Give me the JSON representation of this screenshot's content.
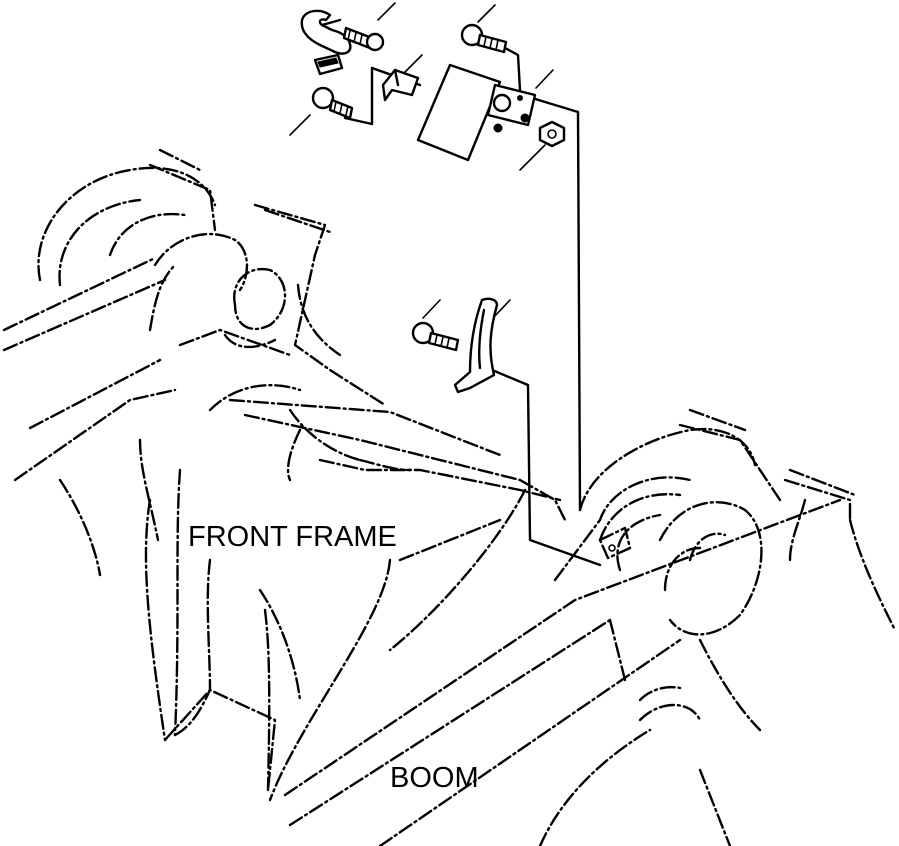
{
  "labels": {
    "front_frame": "FRONT FRAME",
    "boom": "BOOM"
  },
  "colors": {
    "line": "#000000",
    "background": "#ffffff"
  },
  "parts": [
    {
      "name": "u-bolt-clamp"
    },
    {
      "name": "bolt-upper-left"
    },
    {
      "name": "clip-small"
    },
    {
      "name": "bracket-small"
    },
    {
      "name": "bolt-lower-left"
    },
    {
      "name": "bolt-top"
    },
    {
      "name": "sensor-switch"
    },
    {
      "name": "nut"
    },
    {
      "name": "bolt-middle"
    },
    {
      "name": "lever-plate"
    }
  ]
}
